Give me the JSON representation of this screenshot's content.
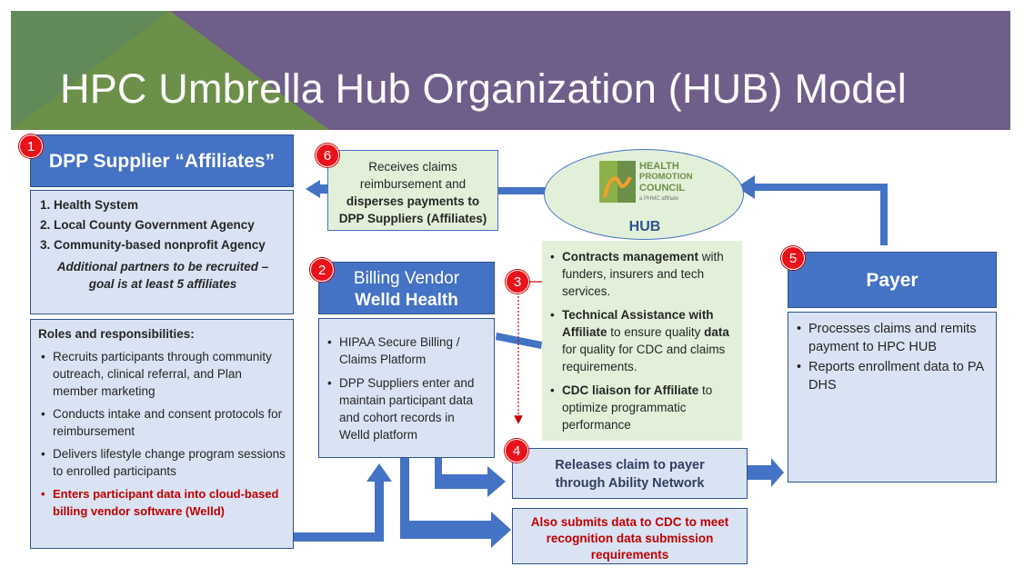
{
  "title": "HPC Umbrella Hub Organization (HUB) Model",
  "badges": [
    "1",
    "2",
    "3",
    "4",
    "5",
    "6"
  ],
  "affiliates": {
    "header": "DPP Supplier “Affiliates”",
    "items": [
      "1. Health System",
      "2. Local County Government Agency",
      "3. Community-based nonprofit Agency"
    ],
    "note": "Additional partners to be recruited – goal is at least 5 affiliates"
  },
  "roles": {
    "heading": "Roles and responsibilities:",
    "items": [
      "Recruits participants through community outreach, clinical referral, and Plan member marketing",
      "Conducts intake and consent protocols for reimbursement",
      "Delivers lifestyle change program sessions to enrolled participants"
    ],
    "highlight": "Enters participant data into cloud-based billing vendor software (Welld)"
  },
  "claims_box": {
    "text_plain": "Receives claims reimbursement and",
    "text_bold": "disperses payments to DPP Suppliers (Affiliates)"
  },
  "hub": {
    "logo_line1": "HEALTH",
    "logo_line2": "PROMOTION",
    "logo_line3": "COUNCIL",
    "logo_sub": "a PHMC affiliate",
    "label": "HUB"
  },
  "hub_roles": [
    {
      "bold": "Contracts management",
      "plain": " with funders, insurers and tech services."
    },
    {
      "bold": "Technical Assistance with Affiliate",
      "plain": " to ensure quality ",
      "bold2": "data",
      "plain2": " for quality for CDC and claims requirements."
    },
    {
      "bold": "CDC liaison for Affiliate",
      "plain": " to optimize  programmatic performance"
    }
  ],
  "vendor": {
    "line1": "Billing Vendor",
    "line2": "Welld Health",
    "items": [
      "HIPAA Secure Billing / Claims Platform",
      "DPP Suppliers enter and maintain participant data and cohort records in Welld platform"
    ]
  },
  "payer": {
    "header": "Payer",
    "items": [
      "Processes claims and remits payment to HPC HUB",
      "Reports enrollment data to PA DHS"
    ]
  },
  "release_box": "Releases claim to payer through Ability Network",
  "cdc_box": "Also submits data to CDC to meet recognition data submission requirements",
  "colors": {
    "banner_purple": "#6f5d8a",
    "banner_green": "#6c8f49",
    "box_blue": "#4472c4",
    "box_light": "#dae3f3",
    "green_light": "#e2f0d9",
    "badge_red": "#e8131a",
    "text_red": "#c00000"
  }
}
